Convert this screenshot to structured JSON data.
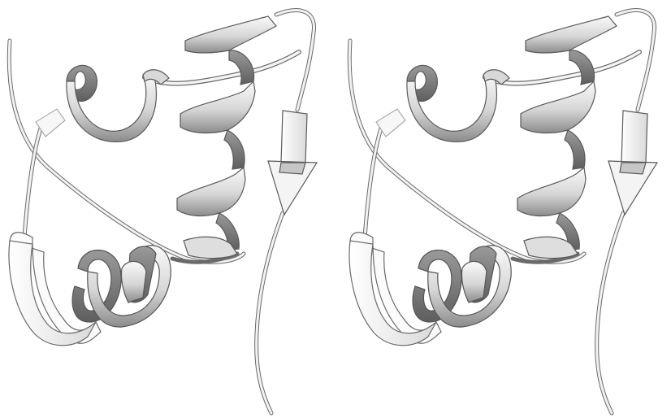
{
  "figure": {
    "kind": "stereo-pair",
    "description_colors": {
      "background": "#ffffff",
      "ribbon_light": "#f6f6f6",
      "ribbon_mid": "#d8d8d8",
      "ribbon_dark": "#8a8a8a",
      "outline": "#5a5a5a"
    },
    "panels": [
      "left-eye",
      "right-eye"
    ]
  }
}
